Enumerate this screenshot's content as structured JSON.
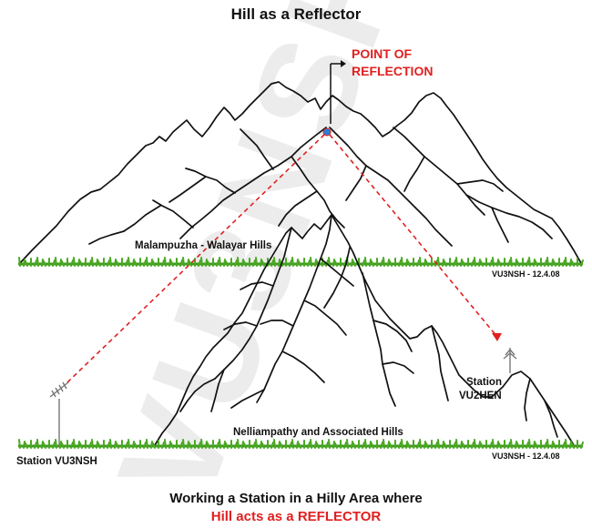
{
  "title": "Hill as a Reflector",
  "watermark": "VU3NSH",
  "reflection_point_label": [
    "POINT OF",
    "REFLECTION"
  ],
  "upper_hills_label": "Malampuzha - Walayar  Hills",
  "lower_hills_label": "Nelliampathy and Associated Hills",
  "credit_upper": "VU3NSH - 12.4.08",
  "credit_lower": "VU3NSH - 12.4.08",
  "station_left": "Station VU3NSH",
  "station_right": [
    "Station",
    "VU2HEN"
  ],
  "caption_line1": "Working a Station in a Hilly Area where",
  "caption_line2": "Hill acts as a REFLECTOR",
  "colors": {
    "ray": "#e02020",
    "grass": "#4aa823",
    "reflection_point": "#2a7fd4",
    "watermark": "#ececec"
  }
}
